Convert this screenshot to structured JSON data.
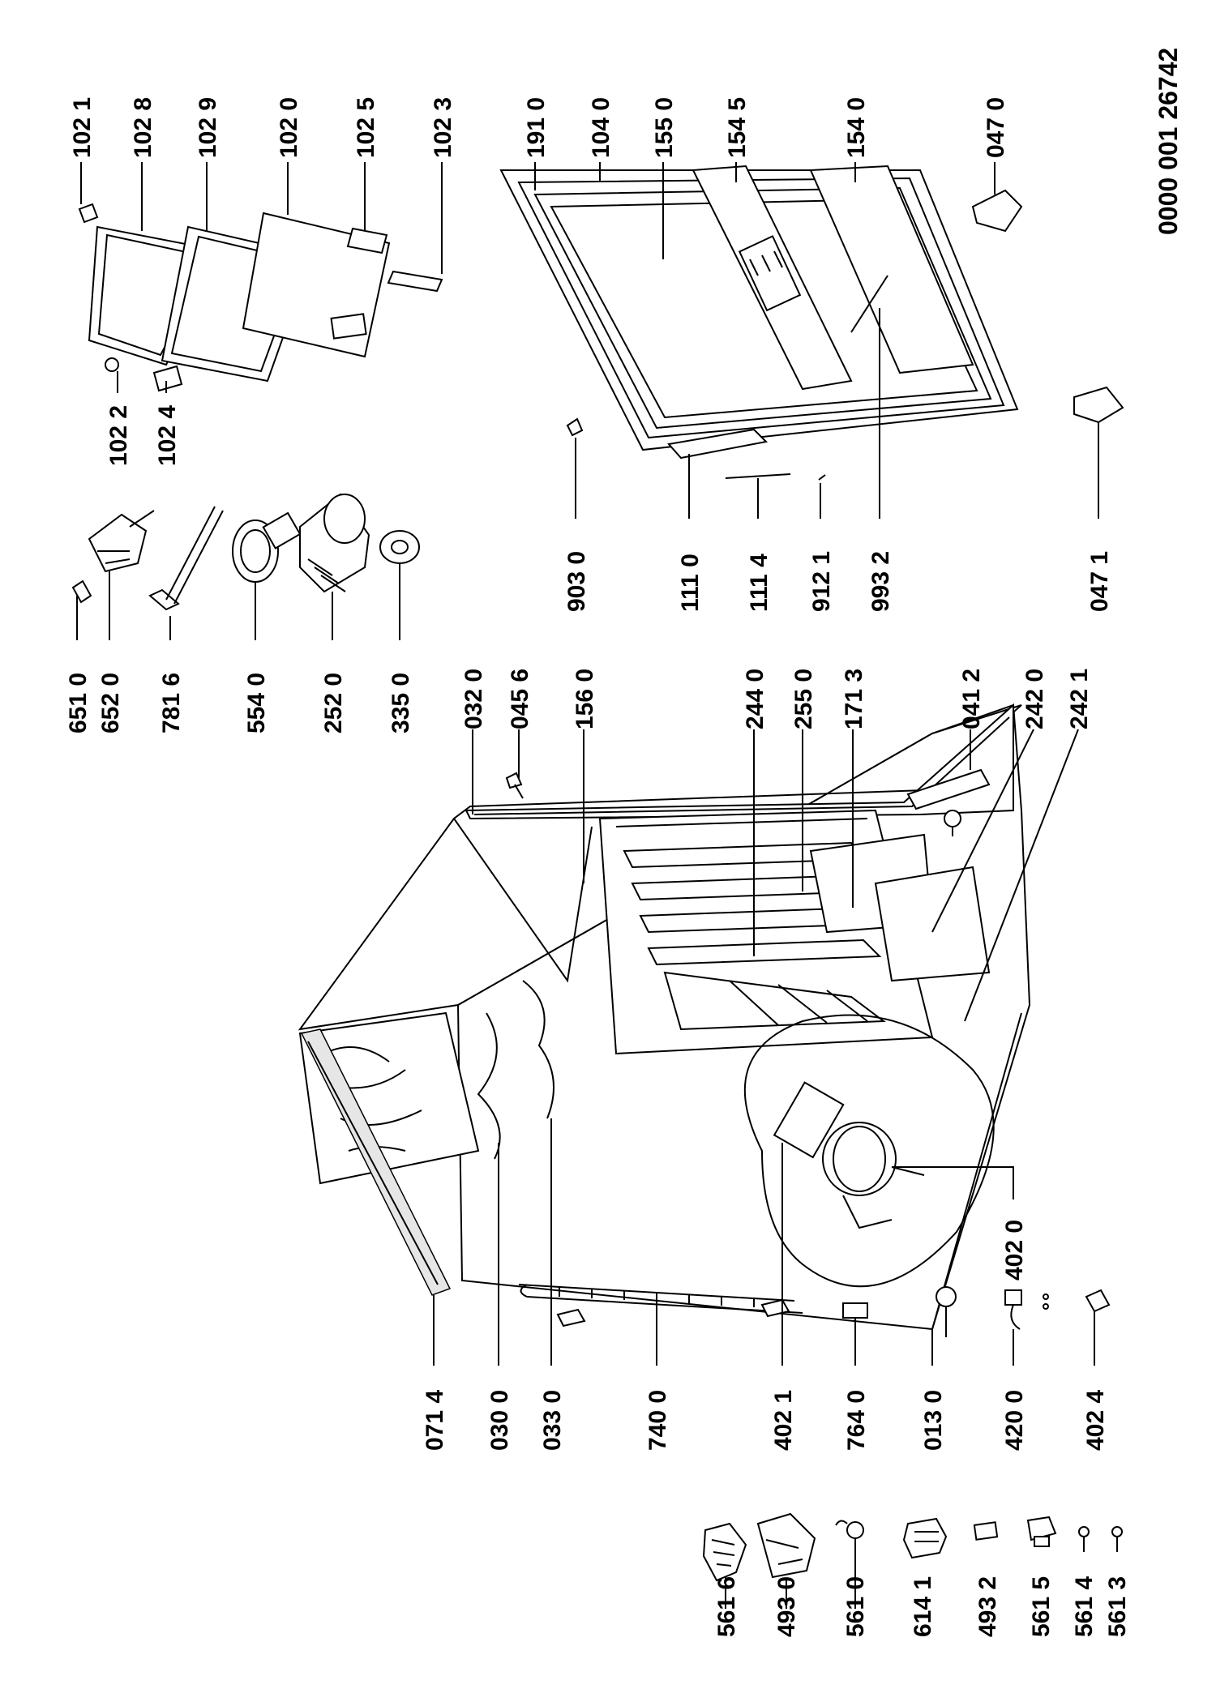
{
  "document_code": "0000 001 26742",
  "labels": {
    "l_5616": "561 6",
    "l_4930": "493 0",
    "l_5610": "561 0",
    "l_6141": "614 1",
    "l_4932": "493 2",
    "l_5615": "561 5",
    "l_5614": "561 4",
    "l_5613": "561 3",
    "l_0714": "071 4",
    "l_0300": "030 0",
    "l_0330": "033 0",
    "l_7400": "740 0",
    "l_4021": "402 1",
    "l_7640": "764 0",
    "l_0130": "013 0",
    "l_4200": "420 0",
    "l_4024": "402 4",
    "l_4020": "402 0",
    "l_6510": "651 0",
    "l_6520": "652 0",
    "l_7816": "781 6",
    "l_5540": "554 0",
    "l_2520": "252 0",
    "l_3350": "335 0",
    "l_0320": "032 0",
    "l_0456": "045 6",
    "l_1560": "156 0",
    "l_2440": "244 0",
    "l_2550": "255 0",
    "l_1713": "171 3",
    "l_0412": "041 2",
    "l_2420": "242 0",
    "l_2421": "242 1",
    "l_1022": "102 2",
    "l_1024": "102 4",
    "l_1021": "102 1",
    "l_1028": "102 8",
    "l_1029": "102 9",
    "l_1020": "102 0",
    "l_1025": "102 5",
    "l_1023": "102 3",
    "l_1910": "191 0",
    "l_1040": "104 0",
    "l_1550": "155 0",
    "l_1545": "154 5",
    "l_1540": "154 0",
    "l_0470": "047 0",
    "l_9030": "903 0",
    "l_1110": "111 0",
    "l_1114": "111 4",
    "l_9121": "912 1",
    "l_9932": "993 2",
    "l_0471": "047 1"
  }
}
